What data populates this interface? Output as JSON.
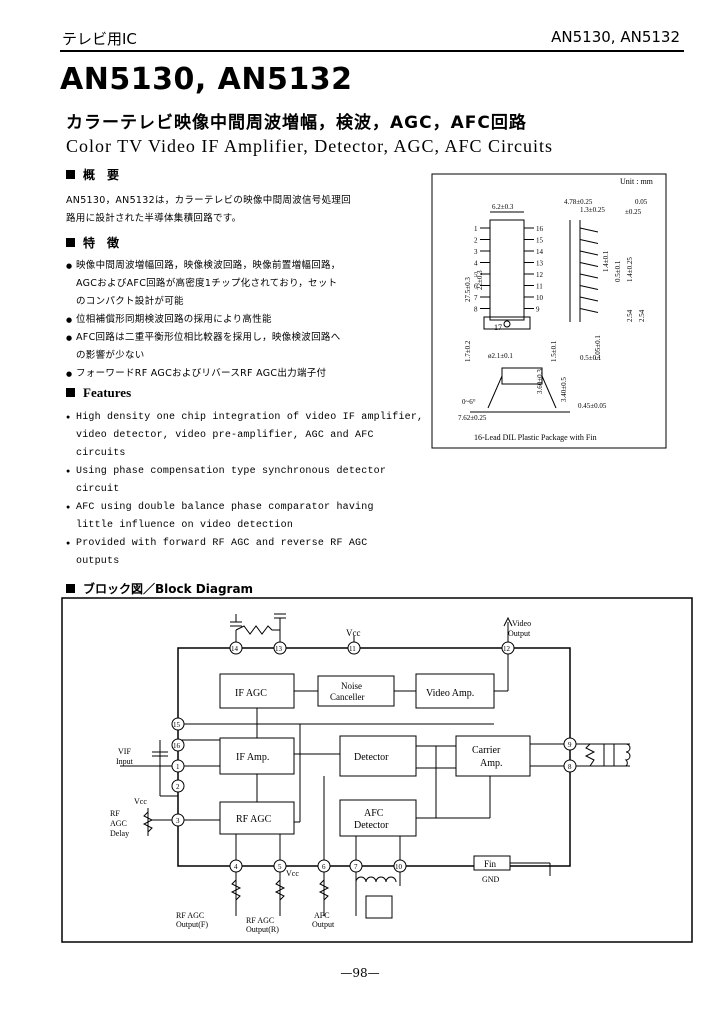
{
  "header": {
    "left": "テレビ用IC",
    "right": "AN5130, AN5132"
  },
  "title": "AN5130, AN5132",
  "subtitle_jp": "カラーテレビ映像中間周波増幅，検波，AGC，AFC回路",
  "subtitle_en": "Color TV Video IF Amplifier, Detector, AGC, AFC Circuits",
  "overview": {
    "heading": "概　要",
    "text": [
      "AN5130，AN5132は，カラーテレビの映像中間周波信号処理回",
      "路用に設計された半導体集積回路です。"
    ]
  },
  "features_jp": {
    "heading": "特　徴",
    "items": [
      [
        "映像中間周波増幅回路，映像検波回路，映像前置増幅回路，",
        "AGCおよびAFC回路が高密度1チップ化されており，セット",
        "のコンパクト設計が可能"
      ],
      [
        "位相補償形同期検波回路の採用により高性能"
      ],
      [
        "AFC回路は二重平衡形位相比較器を採用し，映像検波回路へ",
        "の影響が少ない"
      ],
      [
        "フォーワードRF AGCおよびリバースRF AGC出力端子付"
      ]
    ]
  },
  "features_en": {
    "heading": "Features",
    "items": [
      [
        "High density one chip integration of video IF amplifier,",
        "video detector, video pre-amplifier, AGC and AFC",
        "circuits"
      ],
      [
        "Using phase compensation type synchronous detector",
        "circuit"
      ],
      [
        "AFC using double balance phase comparator having",
        "little influence on video detection"
      ],
      [
        "Provided with forward RF AGC and reverse RF AGC",
        "outputs"
      ]
    ]
  },
  "package": {
    "unit": "Unit : mm",
    "caption": "16-Lead DIL Plastic Package with Fin",
    "dims": {
      "w": "6.2±0.3",
      "fin": "4.78±0.25",
      "fin2": "1.3±0.25",
      "t1": "0.05",
      "t2": "±0.25",
      "len1": "27.5±0.3",
      "len2": "22±0.3",
      "p1": "1.4±0.1",
      "p2": "0.5±0.1",
      "p3": "1.4±0.25",
      "p4": "2.54",
      "p5": "2.54",
      "h1": "1.7±0.2",
      "d1": "ø2.1±0.1",
      "h2": "1.5±0.1",
      "lead": "0.5±0.1",
      "h3": "5.05±0.1",
      "h4": "3.60±0.3",
      "h5": "3.40±0.5",
      "ang": "0~6°",
      "span": "7.62±0.25",
      "ang2": "0.45±0.05"
    },
    "pins_left": [
      "1",
      "2",
      "3",
      "4",
      "5",
      "6",
      "7",
      "8"
    ],
    "pins_right": [
      "16",
      "15",
      "14",
      "13",
      "12",
      "11",
      "10",
      "9"
    ],
    "fin_label": "17"
  },
  "block_diagram": {
    "heading": "ブロック図／Block Diagram",
    "blocks": {
      "if_agc": "IF AGC",
      "noise": [
        "Noise",
        "Canceller"
      ],
      "video_amp": "Video Amp.",
      "if_amp": "IF Amp.",
      "detector": "Detector",
      "carrier": [
        "Carrier",
        "Amp."
      ],
      "rf_agc": "RF AGC",
      "afc": [
        "AFC",
        "Detector"
      ],
      "fin": "Fin"
    },
    "labels": {
      "vcc_top": "Vcc",
      "video_output": [
        "Video",
        "Output"
      ],
      "vif_input": [
        "VIF",
        "Input"
      ],
      "vcc_left": "Vcc",
      "rf_agc_delay": [
        "RF",
        "AGC",
        "Delay"
      ],
      "rf_agc_out_f": [
        "RF AGC",
        "Output(F)"
      ],
      "rf_agc_out_r": [
        "RF AGC",
        "Output(R)"
      ],
      "vcc_bottom": "Vcc",
      "afc_output": [
        "AFC",
        "Output"
      ],
      "gnd": "GND"
    },
    "pins": {
      "p14": "14",
      "p13": "13",
      "p11": "11",
      "p12": "12",
      "p15": "15",
      "p16": "16",
      "p1": "1",
      "p2": "2",
      "p3": "3",
      "p4": "4",
      "p5": "5",
      "p6": "6",
      "p7": "7",
      "p10": "10",
      "p9": "9",
      "p8": "8"
    }
  },
  "page_number": "—98—"
}
